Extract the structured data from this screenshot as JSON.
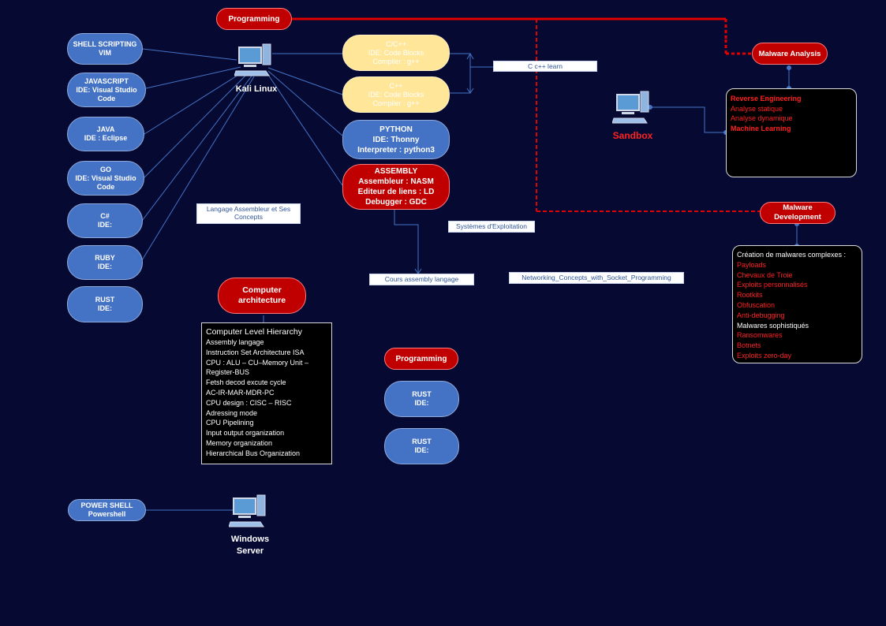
{
  "top_programming": "Programming",
  "left_nodes": [
    {
      "lines": [
        "SHELL SCRIPTING",
        "VIM"
      ]
    },
    {
      "lines": [
        "JAVASCRIPT",
        "IDE: Visual Studio",
        "Code"
      ]
    },
    {
      "lines": [
        "JAVA",
        "IDE : Eclipse"
      ]
    },
    {
      "lines": [
        "GO",
        "IDE: Visual Studio",
        "Code"
      ]
    },
    {
      "lines": [
        "C#",
        "IDE:"
      ]
    },
    {
      "lines": [
        "RUBY",
        "IDE:"
      ]
    },
    {
      "lines": [
        "RUST",
        "IDE:"
      ]
    }
  ],
  "kali": {
    "caption": "Kali Linux"
  },
  "cc_node": {
    "lines": [
      "C/C++",
      "IDE: Code Blocks",
      "Compiler : g++"
    ]
  },
  "cpp_node": {
    "lines": [
      "C++",
      "IDE: Code Blocks",
      "Compiler : g++"
    ]
  },
  "python_node": {
    "lines": [
      "PYTHON",
      "IDE: Thonny",
      "Interpreter : python3"
    ]
  },
  "assembly_node": {
    "lines": [
      "ASSEMBLY",
      "Assembleur : NASM",
      "Editeur de liens : LD",
      "Debugger : GDC"
    ]
  },
  "labels": {
    "cpp_learn": "C c++ learn",
    "asm_concepts": "Langage Assembleur et Ses Concepts",
    "systems": "Systèmes d'Exploitation",
    "cours_asm": "Cours assembly langage",
    "networking": "Networking_Concepts_with_Socket_Programming"
  },
  "comp_arch": {
    "title": "Computer architecture",
    "box_title": "Computer Level Hierarchy",
    "items": [
      "Assembly langage",
      "Instruction Set Architecture ISA",
      "CPU : ALU – CU–Memory Unit –",
      "Register-BUS",
      "Fetsh decod excute cycle",
      "AC-IR-MAR-MDR-PC",
      "CPU design : CISC – RISC",
      "Adressing mode",
      "CPU Pipelining",
      "Input output organization",
      "Memory organization",
      "Hierarchical Bus Organization"
    ]
  },
  "mid_programming": "Programming",
  "mid_rust_nodes": [
    {
      "lines": [
        "RUST",
        "IDE:"
      ]
    },
    {
      "lines": [
        "RUST",
        "IDE:"
      ]
    }
  ],
  "windows": {
    "powershell_lines": [
      "POWER SHELL",
      "Powershell"
    ],
    "caption_lines": [
      "Windows",
      "Server"
    ]
  },
  "malware_analysis": {
    "title": "Malware Analysis",
    "sandbox": "Sandbox",
    "items": [
      "Reverse Engineering",
      "Analyse statique",
      "Analyse dynamique",
      "Machine Learning"
    ]
  },
  "malware_dev": {
    "title_lines": [
      "Malware",
      "Development"
    ],
    "heading": "Création de malwares complexes :",
    "items": [
      {
        "text": "Payloads",
        "color": "red"
      },
      {
        "text": "Chevaux de Troie",
        "color": "red"
      },
      {
        "text": "Exploits personnalisés",
        "color": "red"
      },
      {
        "text": "Rootkits",
        "color": "red"
      },
      {
        "text": "Obfuscation",
        "color": "red"
      },
      {
        "text": "Anti-debugging",
        "color": "red"
      },
      {
        "text": "Malwares sophistiqués",
        "color": "white"
      },
      {
        "text": "Ransomwares",
        "color": "red"
      },
      {
        "text": "Botnets",
        "color": "red"
      },
      {
        "text": "Exploits zero-day",
        "color": "red"
      }
    ]
  },
  "colors": {
    "background": "#060A33",
    "blue_node": "#4472C4",
    "red_node": "#C00000",
    "yellow_node": "#FFE699",
    "dashed_red": "#E00000"
  }
}
